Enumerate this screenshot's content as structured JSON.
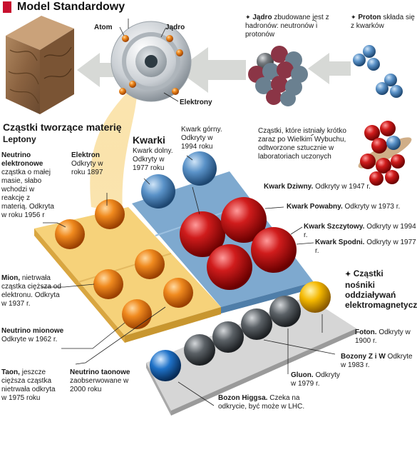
{
  "title": "Model Standardowy",
  "labels": {
    "atom": "Atom",
    "jadro": "Jądro",
    "elektrony": "Elektrony",
    "jadro_desc_bold": "Jądro",
    "jadro_desc": "zbudowane jest z hadronów: neutronów i protonów",
    "proton_bold": "Proton",
    "proton_desc": "składa się z kwarków",
    "hadrons_desc": "Cząstki, które istniały krótko zaraz po Wielkim Wybuchu, odtworzone sztucznie w laboratoriach uczonych",
    "matter_title": "Cząstki tworzące materię",
    "leptony": "Leptony",
    "kwarki": "Kwarki",
    "kwark_dolny": "Kwark dolny. Odkryty w 1977 roku",
    "kwark_gorny": "Kwark górny. Odkryty w 1994 roku",
    "kwark_dziwny_bold": "Kwark Dziwny.",
    "kwark_dziwny": "Odkryty w 1947 r.",
    "kwark_powabny_bold": "Kwark Powabny.",
    "kwark_powabny": "Odkryty w 1973 r.",
    "kwark_szczytowy_bold": "Kwark Szczytowy.",
    "kwark_szczytowy": "Odkryty w 1994 r.",
    "kwark_spodni_bold": "Kwark Spodni.",
    "kwark_spodni": "Odkryty w 1977 r.",
    "neutrino_e_bold": "Neutrino elektronowe",
    "neutrino_e": "cząstka o małej masie, słabo wchodzi w reakcję z materią. Odkryta w roku 1956 r",
    "elektron_bold": "Elektron",
    "elektron": "Odkryty w roku 1897",
    "mion_bold": "Mion,",
    "mion": "nietrwała cząstka cięższa od elektronu. Odkryta w 1937 r.",
    "neutrino_m_bold": "Neutrino mionowe",
    "neutrino_m": "Odkryte w 1962 r.",
    "taon_bold": "Taon,",
    "taon": "jeszcze cięższa cząstka nietrwała odkryta w 1975 roku",
    "neutrino_t_bold": "Neutrino taonowe",
    "neutrino_t": "zaobserwowane w 2000 roku",
    "nosniki_title": "Cząstki nośniki oddziaływań elektromagnetycznych",
    "foton_bold": "Foton.",
    "foton": "Odkryty w 1900 r.",
    "bozony_bold": "Bozony Z i W",
    "bozony": "Odkryte w 1983 r.",
    "gluon_bold": "Gluon.",
    "gluon": "Odkryty w 1979 r.",
    "higgs_bold": "Bozon Higgsa.",
    "higgs": "Czeka na odkrycie, być może w LHC."
  },
  "colors": {
    "accent": "#c8102e",
    "lepton_tile": "#f6d27a",
    "quark_tile": "#7ea9cf",
    "base_tile": "#d8d8d8",
    "orange": "#e8760f",
    "red": "#c81818",
    "blue": "#4f88c0",
    "gray": "#555a60",
    "yellow": "#f2b800",
    "higgs": "#1e6fc4"
  }
}
